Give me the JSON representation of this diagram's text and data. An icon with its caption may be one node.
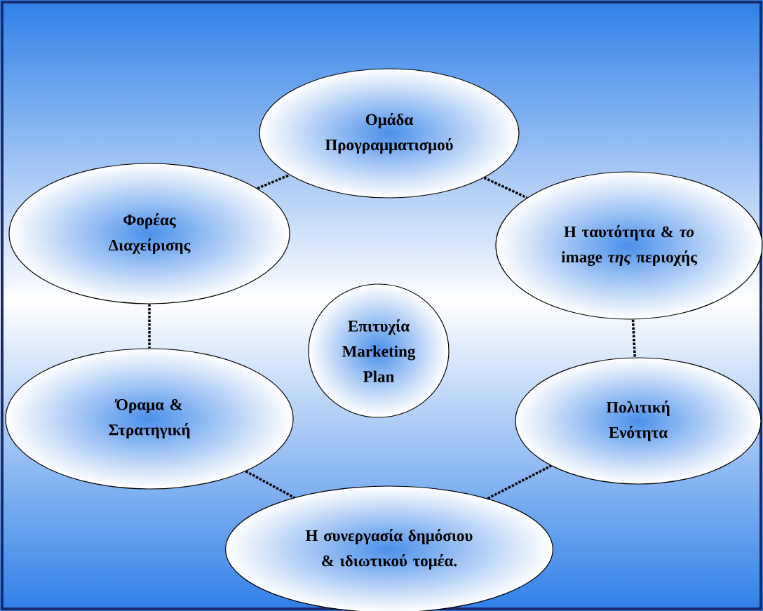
{
  "diagram": {
    "nodes": [
      {
        "text": [
          "Ομάδα Προγραμματισμού"
        ]
      },
      {
        "text": [
          "Φορέας Διαχείρισης"
        ]
      },
      {
        "text": [
          "Η ταυτότητα & *το* image *της* περιοχής"
        ]
      },
      {
        "text": [
          "Επιτυχία Marketing Plan"
        ]
      },
      {
        "text": [
          "Όραμα & Στρατηγική"
        ]
      },
      {
        "text": [
          "Πολιτική Ενότητα"
        ]
      },
      {
        "text": [
          "Η συνεργασία δημόσιου & ιδιωτικού τομέα."
        ]
      }
    ],
    "edges": [
      {
        "from": 1,
        "to": 0,
        "arrow": "none",
        "style": "dashed"
      },
      {
        "from": 0,
        "to": 2,
        "arrow": "none",
        "style": "dashed"
      },
      {
        "from": 1,
        "to": 4,
        "arrow": "none",
        "style": "dashed"
      },
      {
        "from": 2,
        "to": 5,
        "arrow": "none",
        "style": "dashed"
      },
      {
        "from": 4,
        "to": 6,
        "arrow": "none",
        "style": "dashed"
      },
      {
        "from": 6,
        "to": 5,
        "arrow": "none",
        "style": "dashed"
      }
    ]
  }
}
